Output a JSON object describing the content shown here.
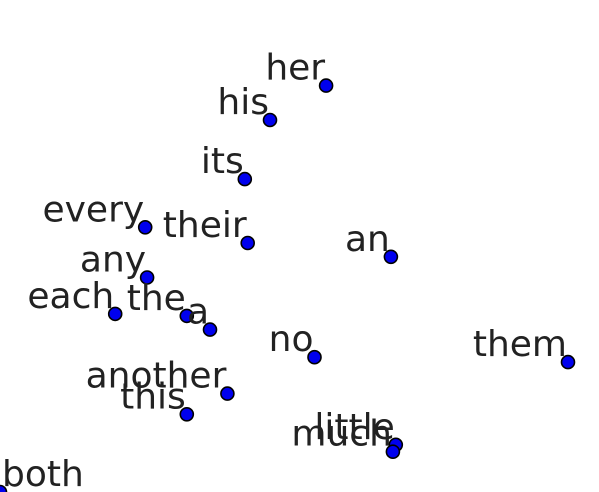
{
  "chart_data": {
    "type": "scatter",
    "title": "",
    "xlabel": "",
    "ylabel": "",
    "grid": false,
    "axes_visible": false,
    "xlim": [
      -20,
      599
    ],
    "ylim": [
      -500,
      0
    ],
    "marker_color": "#0000ee",
    "marker_edge_color": "#000000",
    "label_color": "#222222",
    "points": [
      {
        "label": "her",
        "x": 317,
        "y": -87
      },
      {
        "label": "his",
        "x": 259,
        "y": -122
      },
      {
        "label": "its",
        "x": 233,
        "y": -182
      },
      {
        "label": "every",
        "x": 130,
        "y": -231
      },
      {
        "label": "their",
        "x": 236,
        "y": -247
      },
      {
        "label": "an",
        "x": 384,
        "y": -261
      },
      {
        "label": "any",
        "x": 132,
        "y": -282
      },
      {
        "label": "each",
        "x": 99,
        "y": -319
      },
      {
        "label": "the",
        "x": 173,
        "y": -321
      },
      {
        "label": "a",
        "x": 197,
        "y": -335
      },
      {
        "label": "no",
        "x": 305,
        "y": -363
      },
      {
        "label": "them",
        "x": 567,
        "y": -368
      },
      {
        "label": "another",
        "x": 215,
        "y": -400
      },
      {
        "label": "this",
        "x": 173,
        "y": -421
      },
      {
        "label": "little",
        "x": 389,
        "y": -452
      },
      {
        "label": "much",
        "x": 386,
        "y": -459
      },
      {
        "label": "both",
        "x": -20,
        "y": -500
      }
    ]
  }
}
